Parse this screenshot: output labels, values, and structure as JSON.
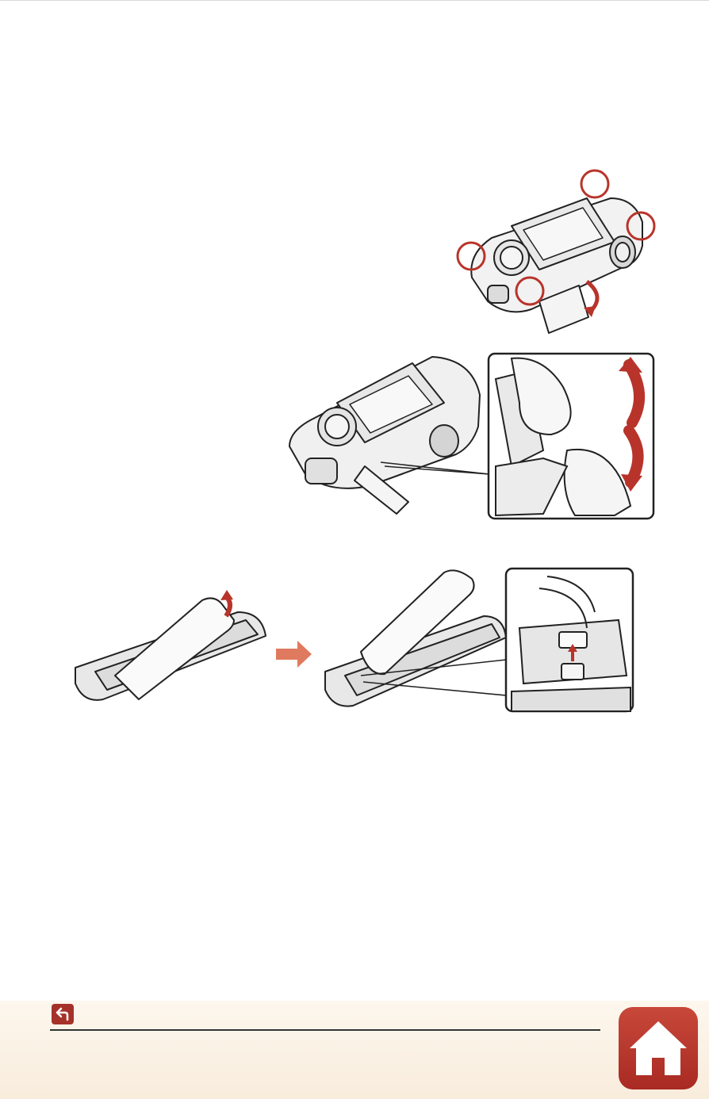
{
  "page": {
    "illustrations": [
      "camera-open-battery-cover",
      "camera-lever-detail",
      "battery-removal-sequence"
    ]
  },
  "nav": {
    "back_icon": "return-arrow-icon",
    "home_icon": "home-icon"
  },
  "colors": {
    "accent": "#a5322a",
    "callout": "#c0392b",
    "arrow": "#e07a5f",
    "footer_bg": "#f8ecdc"
  }
}
